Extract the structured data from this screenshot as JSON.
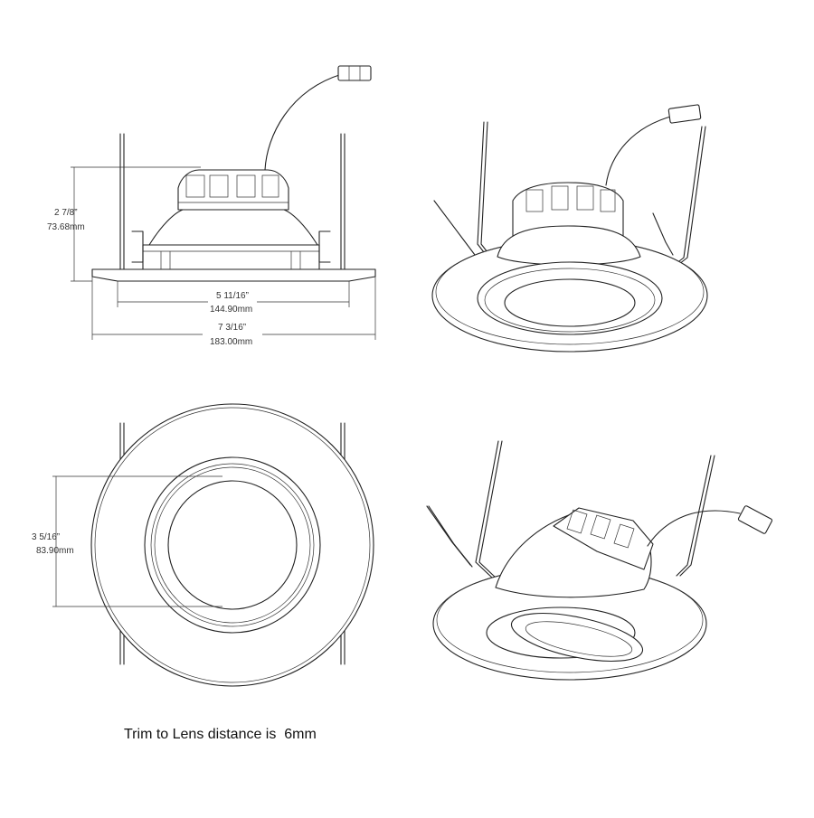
{
  "colors": {
    "line": "#222222",
    "text": "#333333",
    "background": "#ffffff"
  },
  "dimensions": {
    "height_in": "2 7/8”",
    "height_mm": "73.68mm",
    "housing_width_in": "5 11/16”",
    "housing_width_mm": "144.90mm",
    "trim_width_in": "7 3/16”",
    "trim_width_mm": "183.00mm",
    "lens_dia_in": "3 5/16”",
    "lens_dia_mm": "83.90mm"
  },
  "caption": "Trim to Lens distance is  6mm"
}
